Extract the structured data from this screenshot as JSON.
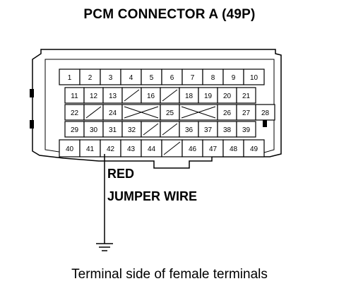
{
  "title": "PCM CONNECTOR A (49P)",
  "caption": "Terminal side of female terminals",
  "wire_color_label": "RED",
  "wire_label": "JUMPER WIRE",
  "connector": {
    "rows": [
      {
        "cells": [
          {
            "label": "1"
          },
          {
            "label": "2"
          },
          {
            "label": "3"
          },
          {
            "label": "4"
          },
          {
            "label": "5"
          },
          {
            "label": "6"
          },
          {
            "label": "7"
          },
          {
            "label": "8"
          },
          {
            "label": "9"
          },
          {
            "label": "10"
          }
        ]
      },
      {
        "cells": [
          {
            "label": "11"
          },
          {
            "label": "12"
          },
          {
            "label": "13"
          },
          {
            "type": "slash"
          },
          {
            "label": "16"
          },
          {
            "type": "slash"
          },
          {
            "label": "18"
          },
          {
            "label": "19"
          },
          {
            "label": "20"
          },
          {
            "label": "21"
          }
        ]
      },
      {
        "cells": [
          {
            "label": "22"
          },
          {
            "type": "slash"
          },
          {
            "label": "24"
          },
          {
            "type": "x"
          },
          {
            "label": "25"
          },
          {
            "type": "x"
          },
          {
            "label": "26"
          },
          {
            "label": "27"
          },
          {
            "label": "28"
          }
        ]
      },
      {
        "cells": [
          {
            "label": "29"
          },
          {
            "label": "30"
          },
          {
            "label": "31"
          },
          {
            "label": "32"
          },
          {
            "type": "slash"
          },
          {
            "type": "slash"
          },
          {
            "label": "36"
          },
          {
            "label": "37"
          },
          {
            "label": "38"
          },
          {
            "label": "39"
          }
        ]
      },
      {
        "cells": [
          {
            "label": "40"
          },
          {
            "label": "41"
          },
          {
            "label": "42"
          },
          {
            "label": "43"
          },
          {
            "label": "44"
          },
          {
            "type": "slash"
          },
          {
            "label": "46"
          },
          {
            "label": "47"
          },
          {
            "label": "48"
          },
          {
            "label": "49"
          }
        ]
      }
    ],
    "probed_terminal": "42"
  }
}
